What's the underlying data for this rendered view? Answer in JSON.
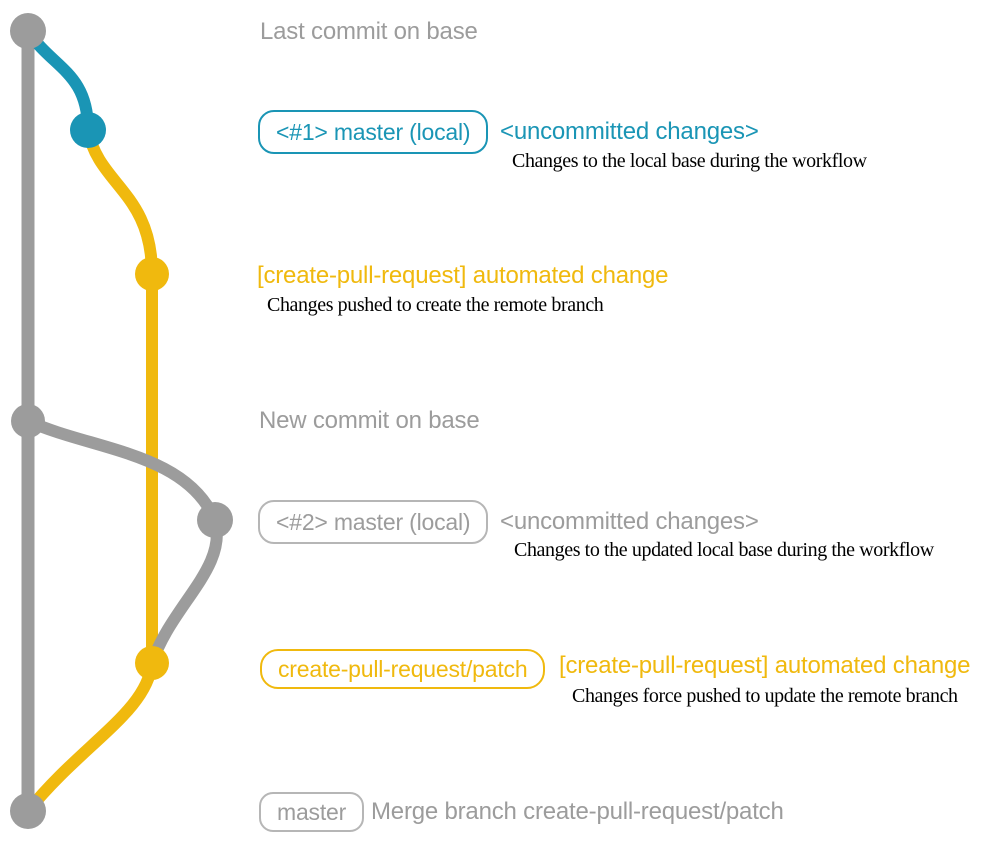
{
  "colors": {
    "teal": "#1a95b5",
    "yellow": "#f0b90e",
    "gray": "#9c9c9c",
    "gray-border": "#b6b6b6",
    "ink": "#000000",
    "bg": "#ffffff"
  },
  "annotations": {
    "last_commit": "Last commit on base",
    "branch1_badge": "<#1> master (local)",
    "branch1_status": "<uncommitted changes>",
    "branch1_note": "Changes to the local base during the workflow",
    "cpr1_message": "[create-pull-request] automated change",
    "cpr1_note": "Changes pushed to create the remote branch",
    "new_commit": "New commit on base",
    "branch2_badge": "<#2> master (local)",
    "branch2_status": "<uncommitted changes>",
    "branch2_note": "Changes to the updated local base during the workflow",
    "patch_badge": "create-pull-request/patch",
    "cpr2_message": "[create-pull-request] automated change",
    "cpr2_note": "Changes force pushed to update the remote branch",
    "master_badge": "master",
    "merge_message": "Merge branch create-pull-request/patch"
  }
}
